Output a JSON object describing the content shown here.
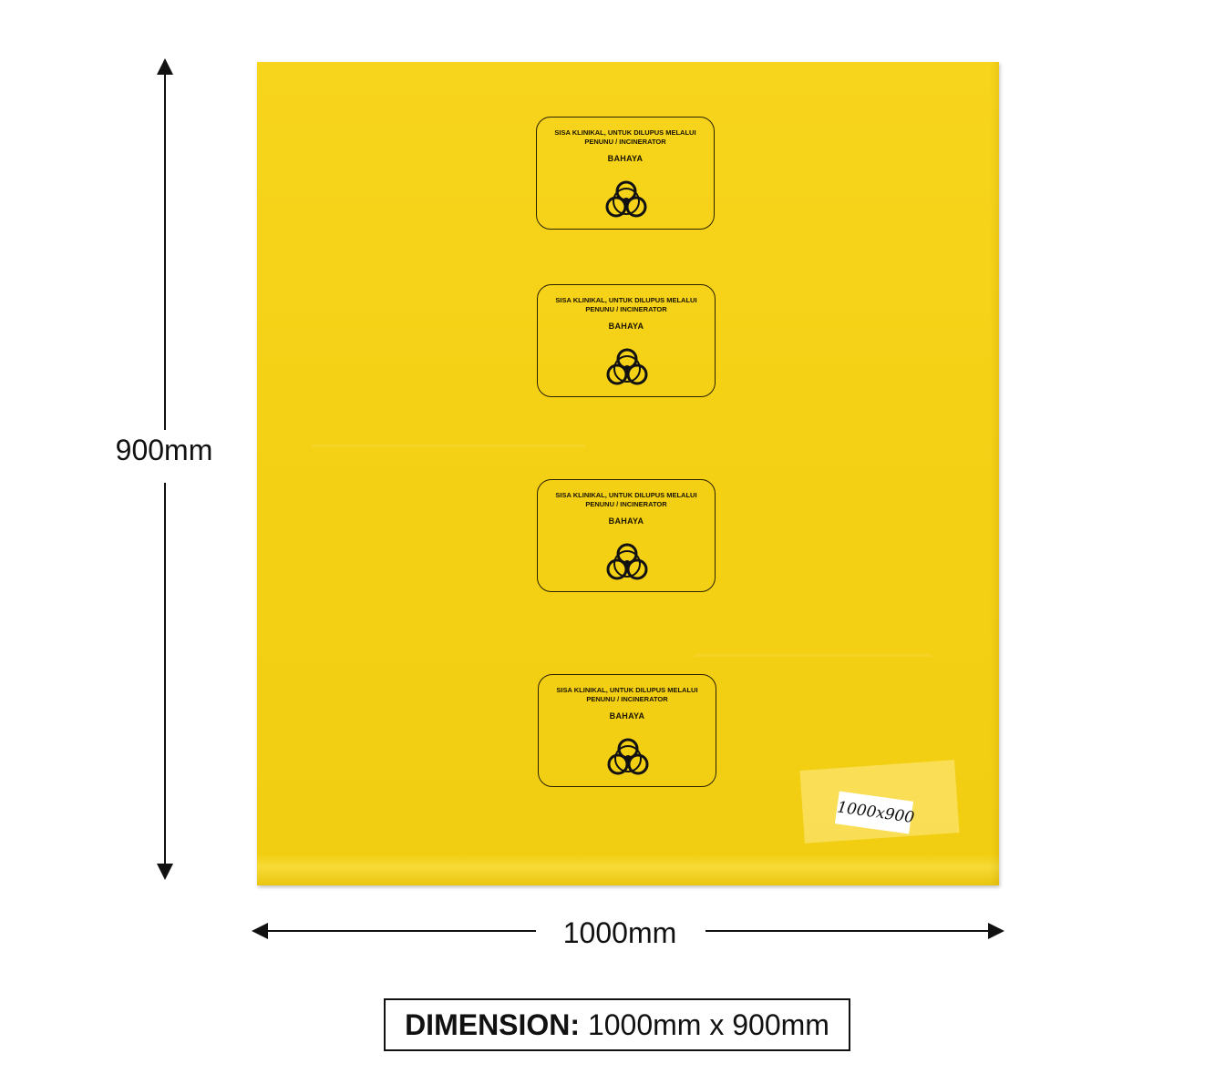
{
  "dimensions": {
    "height_label": "900mm",
    "width_label": "1000mm"
  },
  "bag": {
    "color": "#f5d116",
    "panels": [
      {
        "warning": "SISA KLINIKAL, UNTUK DILUPUS MELALUI PENUNU / INCINERATOR",
        "danger": "BAHAYA",
        "icon": "biohazard-icon"
      },
      {
        "warning": "SISA KLINIKAL, UNTUK DILUPUS MELALUI PENUNU / INCINERATOR",
        "danger": "BAHAYA",
        "icon": "biohazard-icon"
      },
      {
        "warning": "SISA KLINIKAL, UNTUK DILUPUS MELALUI PENUNU / INCINERATOR",
        "danger": "BAHAYA",
        "icon": "biohazard-icon"
      },
      {
        "warning": "SISA KLINIKAL, UNTUK DILUPUS MELALUI PENUNU / INCINERATOR",
        "danger": "BAHAYA",
        "icon": "biohazard-icon"
      }
    ],
    "size_label": "1000x900"
  },
  "dimension_box": {
    "title": "DIMENSION:",
    "value": "1000mm x 900mm"
  }
}
